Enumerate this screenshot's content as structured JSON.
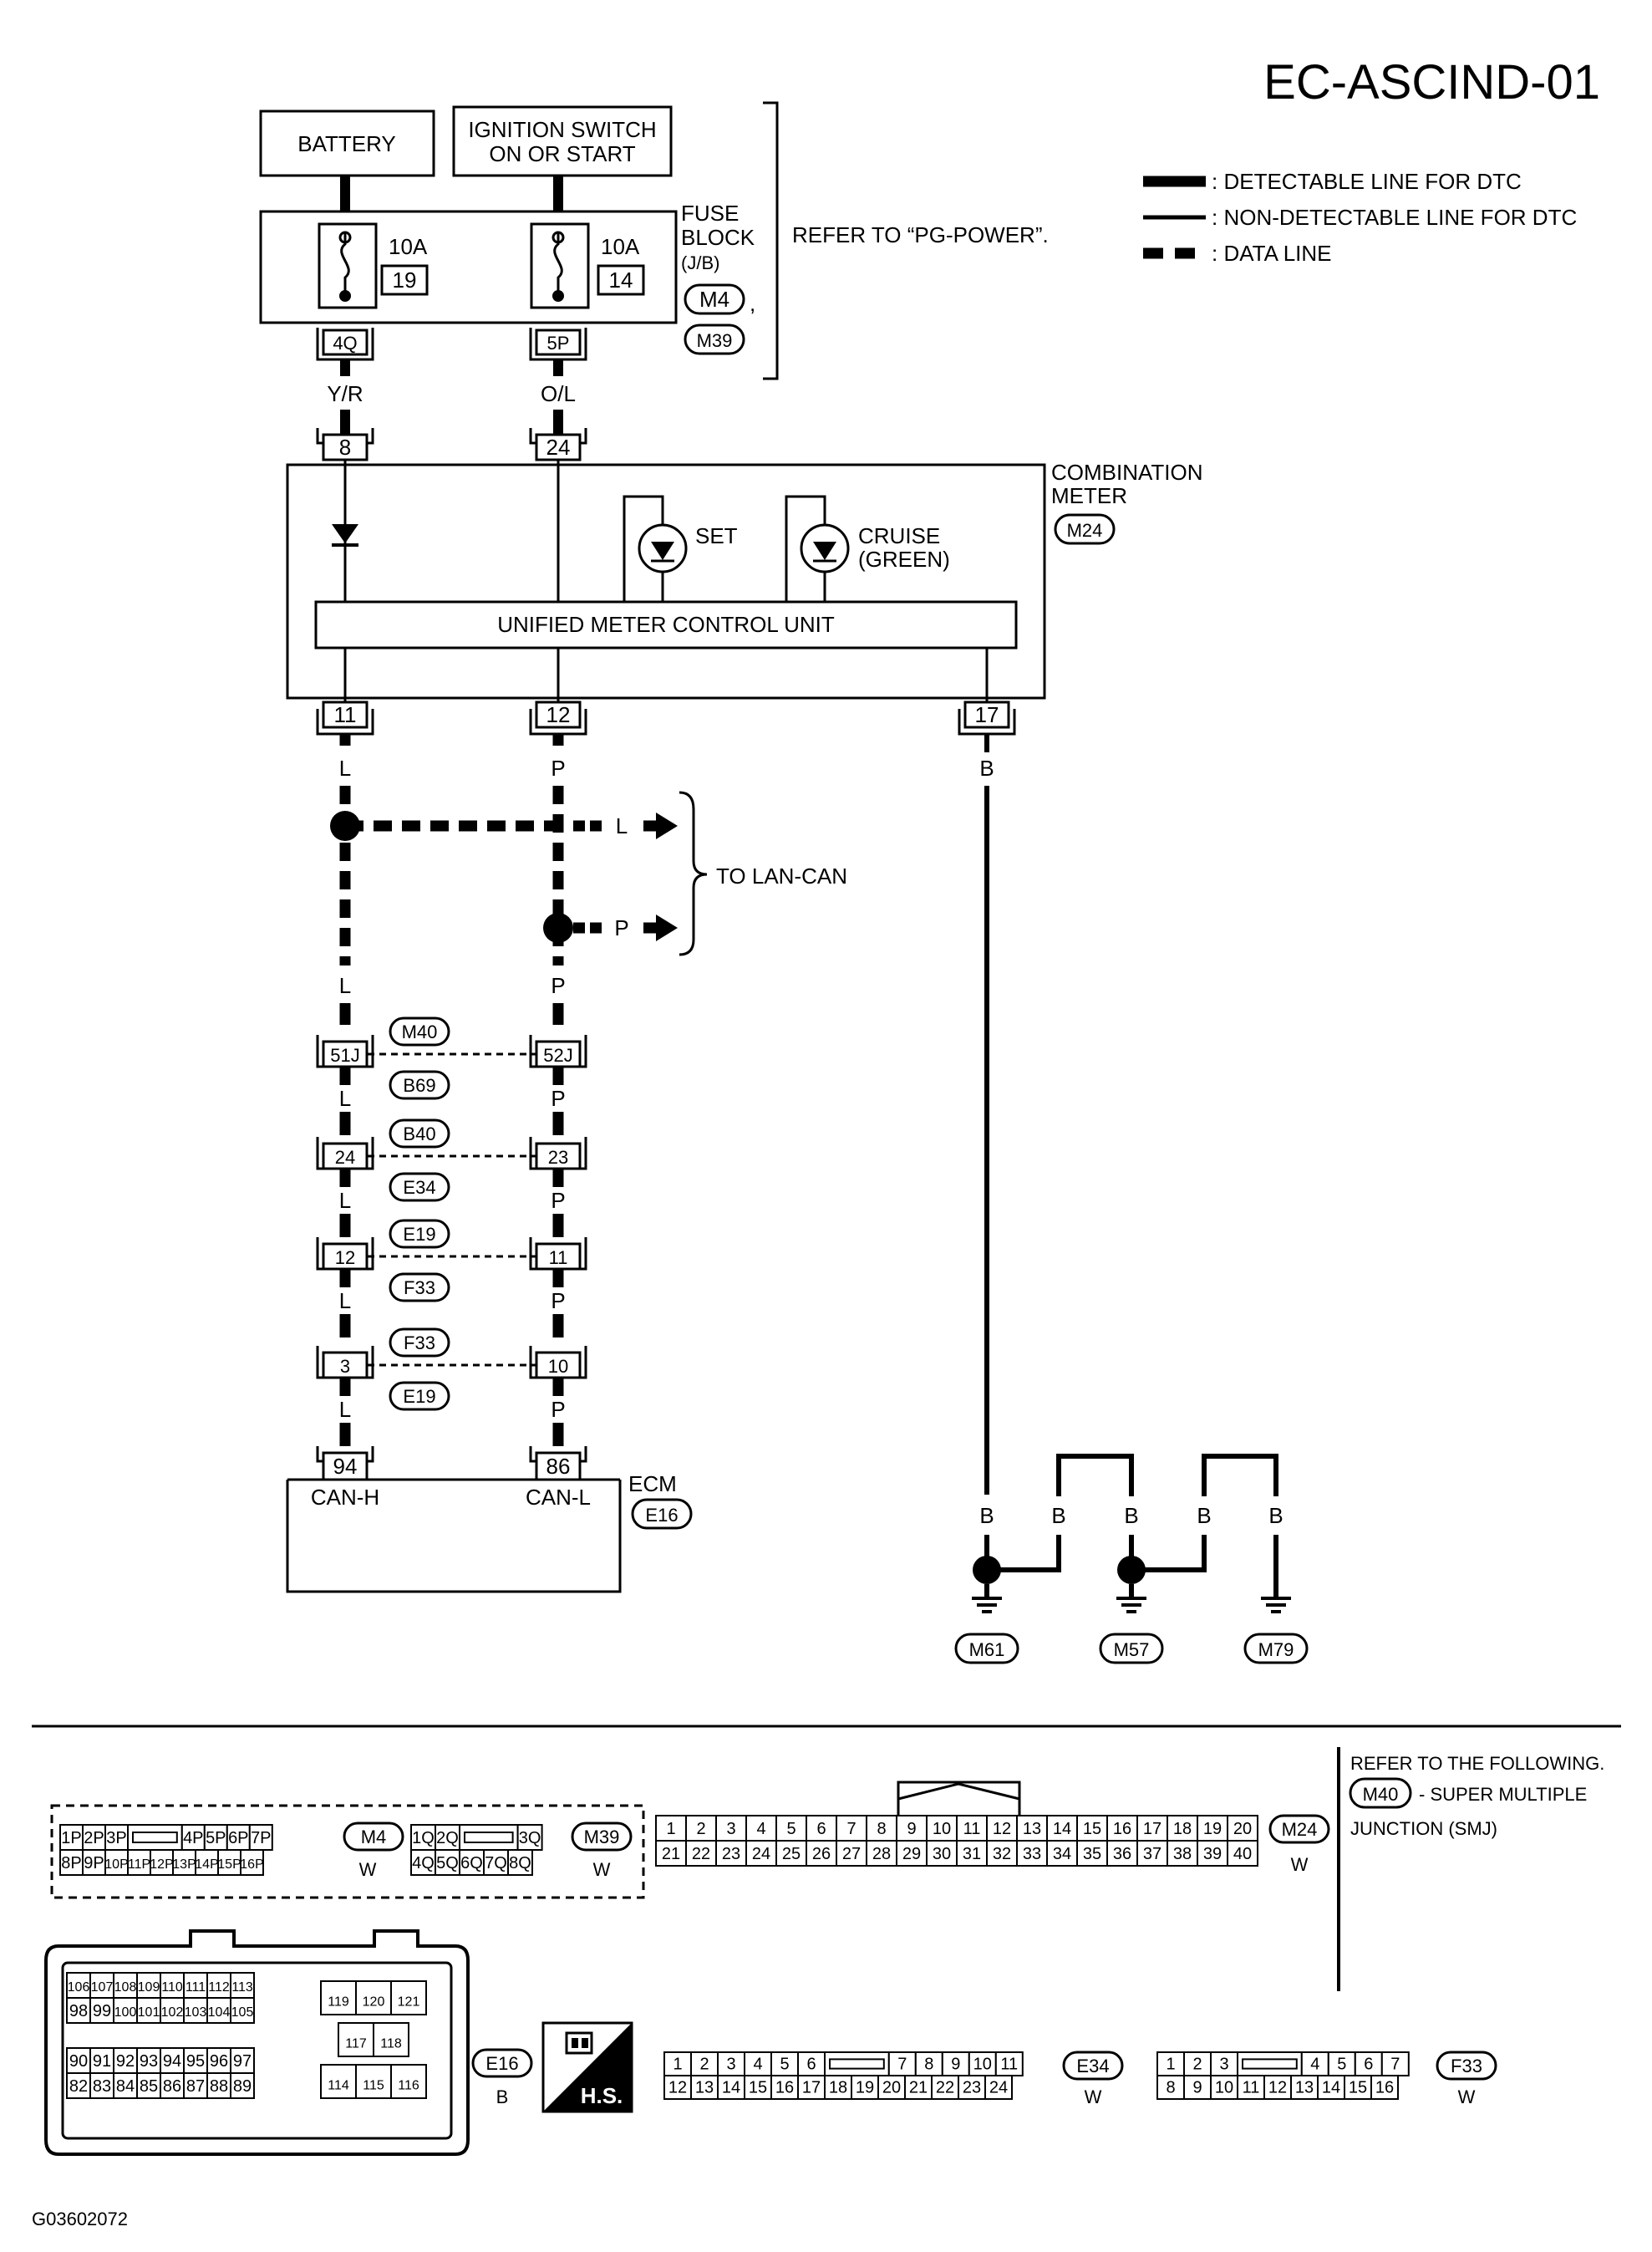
{
  "diagram_id": "EC-ASCIND-01",
  "figure_code": "G03602072",
  "legend": [
    {
      "style": "thick",
      "label": ": DETECTABLE LINE FOR DTC"
    },
    {
      "style": "thin",
      "label": ": NON-DETECTABLE LINE FOR DTC"
    },
    {
      "style": "data",
      "label": ": DATA LINE"
    }
  ],
  "power": {
    "battery": "BATTERY",
    "ignition_line1": "IGNITION SWITCH",
    "ignition_line2": "ON OR START",
    "fuse_block_line1": "FUSE",
    "fuse_block_line2": "BLOCK",
    "fuse_block_line3": "(J/B)",
    "fuse1_amp": "10A",
    "fuse1_num": "19",
    "fuse2_amp": "10A",
    "fuse2_num": "14",
    "conn_m4": "M4",
    "comma": ",",
    "conn_m39": "M39",
    "refer": "REFER TO “PG-POWER”.",
    "pin_4q": "4Q",
    "pin_5p": "5P",
    "wire_yr": "Y/R",
    "wire_ol": "O/L"
  },
  "meter": {
    "name_line1": "COMBINATION",
    "name_line2": "METER",
    "conn": "M24",
    "pin8": "8",
    "pin24": "24",
    "pin11": "11",
    "pin12": "12",
    "pin17": "17",
    "set_label": "SET",
    "cruise_line1": "CRUISE",
    "cruise_line2": "(GREEN)",
    "unit": "UNIFIED METER CONTROL UNIT"
  },
  "wires": {
    "L": "L",
    "P": "P",
    "B": "B",
    "to_lan_can": "TO LAN-CAN"
  },
  "junctions": [
    {
      "left": "51J",
      "right": "52J",
      "top": "M40",
      "bottom": "B69"
    },
    {
      "left": "24",
      "right": "23",
      "top": "B40",
      "bottom": "E34"
    },
    {
      "left": "12",
      "right": "11",
      "top": "E19",
      "bottom": "F33"
    },
    {
      "left": "3",
      "right": "10",
      "top": "F33",
      "bottom": "E19"
    }
  ],
  "ecm": {
    "label": "ECM",
    "conn": "E16",
    "pin94": "94",
    "pin86": "86",
    "can_h": "CAN-H",
    "can_l": "CAN-L"
  },
  "grounds": [
    "M61",
    "M57",
    "M79"
  ],
  "footer": {
    "refer_line1": "REFER TO THE FOLLOWING.",
    "refer_conn": "M40",
    "refer_line2": "- SUPER MULTIPLE",
    "refer_line3": "JUNCTION (SMJ)",
    "m4": {
      "id": "M4",
      "color": "W",
      "row1": [
        "1P",
        "2P",
        "3P",
        "",
        "4P",
        "5P",
        "6P",
        "7P"
      ],
      "row2": [
        "8P",
        "9P",
        "10P",
        "11P",
        "12P",
        "13P",
        "14P",
        "15P",
        "16P"
      ]
    },
    "m39": {
      "id": "M39",
      "color": "W",
      "row1": [
        "1Q",
        "2Q",
        "",
        "3Q"
      ],
      "row2": [
        "4Q",
        "5Q",
        "6Q",
        "7Q",
        "8Q"
      ]
    },
    "m24": {
      "id": "M24",
      "color": "W",
      "row1": [
        "1",
        "2",
        "3",
        "4",
        "5",
        "6",
        "7",
        "8",
        "9",
        "10",
        "11",
        "12",
        "13",
        "14",
        "15",
        "16",
        "17",
        "18",
        "19",
        "20"
      ],
      "row2": [
        "21",
        "22",
        "23",
        "24",
        "25",
        "26",
        "27",
        "28",
        "29",
        "30",
        "31",
        "32",
        "33",
        "34",
        "35",
        "36",
        "37",
        "38",
        "39",
        "40"
      ]
    },
    "e16": {
      "id": "E16",
      "color": "B",
      "r1": [
        "106",
        "107",
        "108",
        "109",
        "110",
        "111",
        "112",
        "113"
      ],
      "r2": [
        "98",
        "99",
        "100",
        "101",
        "102",
        "103",
        "104",
        "105"
      ],
      "r3": [
        "90",
        "91",
        "92",
        "93",
        "94",
        "95",
        "96",
        "97"
      ],
      "r4": [
        "82",
        "83",
        "84",
        "85",
        "86",
        "87",
        "88",
        "89"
      ],
      "right_top": [
        "119",
        "120",
        "121"
      ],
      "right_mid": [
        "117",
        "118"
      ],
      "right_bot": [
        "114",
        "115",
        "116"
      ]
    },
    "hs_label": "H.S.",
    "e34": {
      "id": "E34",
      "color": "W",
      "row1": [
        "1",
        "2",
        "3",
        "4",
        "5",
        "6",
        "",
        "7",
        "8",
        "9",
        "10",
        "11"
      ],
      "row2": [
        "12",
        "13",
        "14",
        "15",
        "16",
        "17",
        "18",
        "19",
        "20",
        "21",
        "22",
        "23",
        "24"
      ]
    },
    "f33": {
      "id": "F33",
      "color": "W",
      "row1": [
        "1",
        "2",
        "3",
        "",
        "4",
        "5",
        "6",
        "7"
      ],
      "row2": [
        "8",
        "9",
        "10",
        "11",
        "12",
        "13",
        "14",
        "15",
        "16"
      ]
    }
  }
}
